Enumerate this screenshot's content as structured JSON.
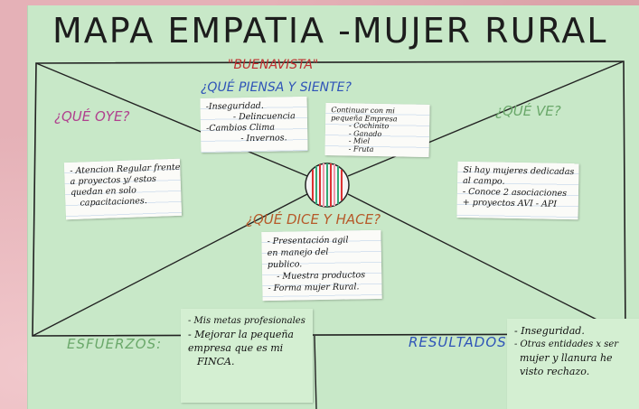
{
  "poster": {
    "title": "MAPA EMPATIA -MUJER RURAL",
    "subtitle": "\"BUENAVISTA\""
  },
  "sections": {
    "piensa": "¿QUÉ PIENSA Y SIENTE?",
    "oye": "¿QUÉ OYE?",
    "ve": "¿QUÉ VE?",
    "dice": "¿QUÉ DICE Y HACE?",
    "esfuerzos": "ESFUERZOS:",
    "resultados": "RESULTADOS:"
  },
  "notes": {
    "piensa_left": [
      "-Inseguridad.",
      "- Delincuencia",
      "-Cambios Clima",
      "- Invernos."
    ],
    "piensa_right": [
      "Continuar con mi",
      "pequeña Empresa",
      "- Cochinito",
      "- Ganado",
      "- Miel",
      "- Fruta"
    ],
    "oye": [
      "- Atencion Regular frente",
      "a proyectos y/ estos",
      "quedan en solo",
      "capacitaciones."
    ],
    "ve": [
      "Si hay mujeres dedicadas",
      "al campo.",
      "- Conoce 2 asociaciones",
      "+ proyectos AVI - API"
    ],
    "dice": [
      "- Presentación agil",
      "en manejo del",
      "publico.",
      "- Muestra productos",
      "- Forma mujer Rural."
    ],
    "esfuerzos": [
      "- Mis metas profesionales",
      "- Mejorar la pequeña",
      "empresa que es mi",
      "FINCA."
    ],
    "resultados": [
      "- Inseguridad.",
      "- Otras entidades x ser",
      "mujer y llanura he",
      "visto rechazo."
    ]
  },
  "colors": {
    "poster": "#c8e8c8",
    "title": "#1d1d1d",
    "oye": "#b0408e",
    "piensa": "#2f54b8",
    "ve": "#6aa86a",
    "dice": "#b65a2a",
    "esfuerzos": "#6aa86a",
    "resultados": "#2f54b8",
    "subtitle": "#c03030"
  }
}
